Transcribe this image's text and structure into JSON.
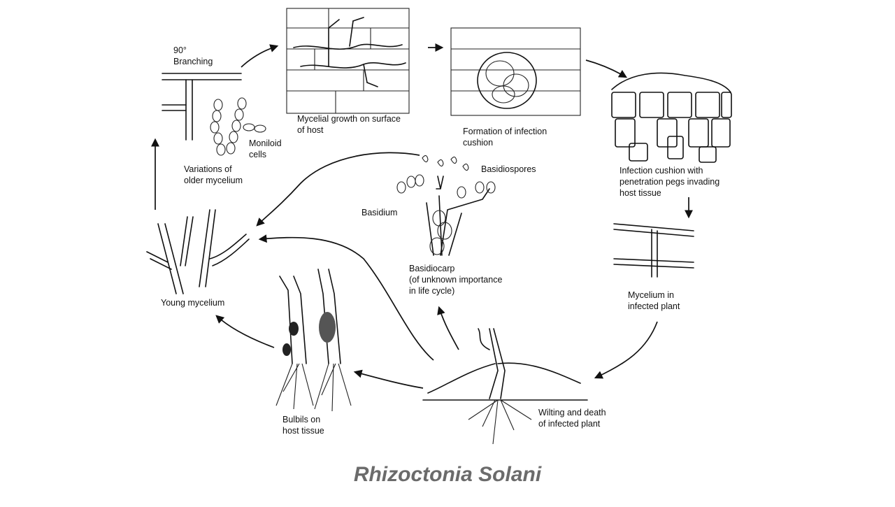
{
  "diagram": {
    "caption": "Rhizoctonia Solani",
    "labels": {
      "branching_angle": "90°",
      "branching": "Branching",
      "mycelial_growth_1": "Mycelial growth on surface",
      "mycelial_growth_2": "of host",
      "infection_cushion_1": "Formation of infection",
      "infection_cushion_2": "cushion",
      "penetration_1": "Infection cushion with",
      "penetration_2": "penetration pegs invading",
      "penetration_3": "host tissue",
      "moniloid_1": "Moniloid",
      "moniloid_2": "cells",
      "variations_1": "Variations of",
      "variations_2": "older mycelium",
      "basidiospores": "Basidiospores",
      "basidium": "Basidium",
      "basidiocarp_1": "Basidiocarp",
      "basidiocarp_2": "(of unknown importance",
      "basidiocarp_3": "in life cycle)",
      "young_mycelium": "Young mycelium",
      "mycelium_infected_1": "Mycelium in",
      "mycelium_infected_2": "infected plant",
      "bulbils_1": "Bulbils on",
      "bulbils_2": "host tissue",
      "wilting_1": "Wilting and death",
      "wilting_2": "of infected plant"
    }
  }
}
